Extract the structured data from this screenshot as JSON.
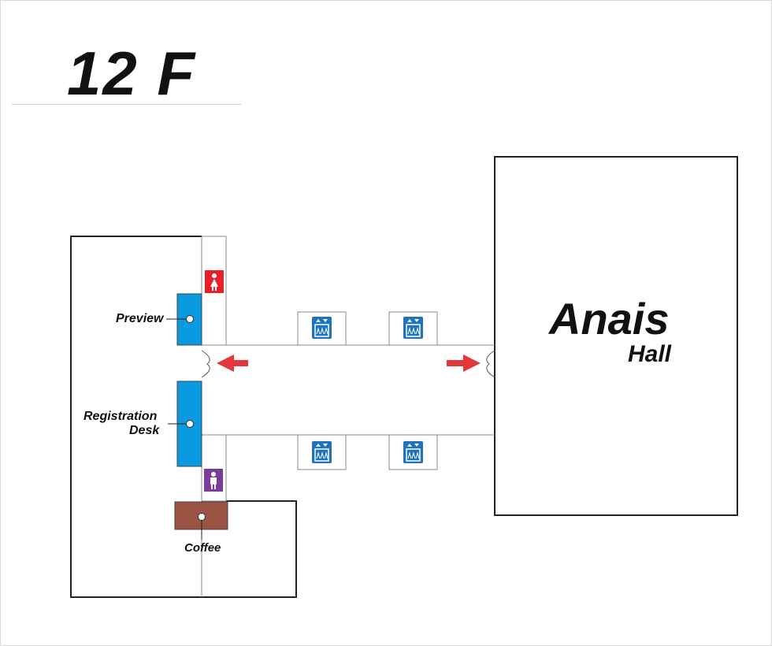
{
  "floor": {
    "title": "12 F"
  },
  "labels": {
    "preview": "Preview",
    "registration_line1": "Registration",
    "registration_line2": "Desk",
    "coffee": "Coffee",
    "hall_name_line1": "Anais",
    "hall_name_line2": "Hall"
  },
  "colors": {
    "walls": "#222222",
    "thin_walls": "#888888",
    "desk": "#0a9ae0",
    "coffee_counter": "#9b5343",
    "restroom_women": "#e8202a",
    "restroom_men": "#7a3d9b",
    "elevator": "#1d73bd",
    "arrow": "#e2373b"
  },
  "icons": {
    "women_restroom": "female-restroom-icon",
    "men_restroom": "male-restroom-icon",
    "elevator": "elevator-icon",
    "direction": "arrow-icon"
  }
}
